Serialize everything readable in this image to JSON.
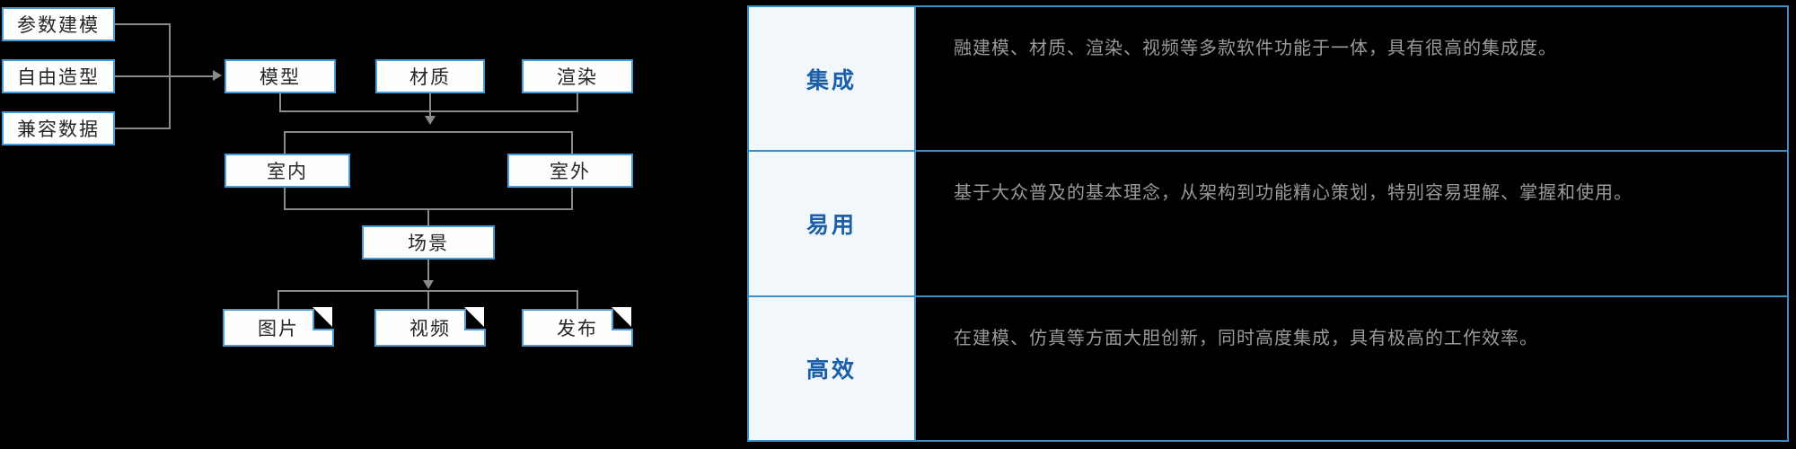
{
  "flowchart": {
    "inputs": [
      {
        "label": "参数建模"
      },
      {
        "label": "自由造型"
      },
      {
        "label": "兼容数据"
      }
    ],
    "stage_top": [
      {
        "label": "模型"
      },
      {
        "label": "材质"
      },
      {
        "label": "渲染"
      }
    ],
    "stage_mid": [
      {
        "label": "室内"
      },
      {
        "label": "室外"
      }
    ],
    "stage_scene": {
      "label": "场景"
    },
    "outputs": [
      {
        "label": "图片"
      },
      {
        "label": "视频"
      },
      {
        "label": "发布"
      }
    ],
    "colors": {
      "node_border": "#4a9ad4",
      "node_fill": "#fefefe",
      "connector": "#8a8a8a",
      "background": "#000000"
    }
  },
  "feature_table": {
    "rows": [
      {
        "title": "集成",
        "description": "融建模、材质、渲染、视频等多款软件功能于一体，具有很高的集成度。"
      },
      {
        "title": "易用",
        "description": "基于大众普及的基本理念，从架构到功能精心策划，特别容易理解、掌握和使用。"
      },
      {
        "title": "高效",
        "description": "在建模、仿真等方面大胆创新，同时高度集成，具有极高的工作效率。"
      }
    ],
    "colors": {
      "border": "#3f8fc4",
      "label_bg": "#f2f7fc",
      "label_text": "#1a5fa8",
      "desc_text": "#9a9a9a"
    }
  }
}
